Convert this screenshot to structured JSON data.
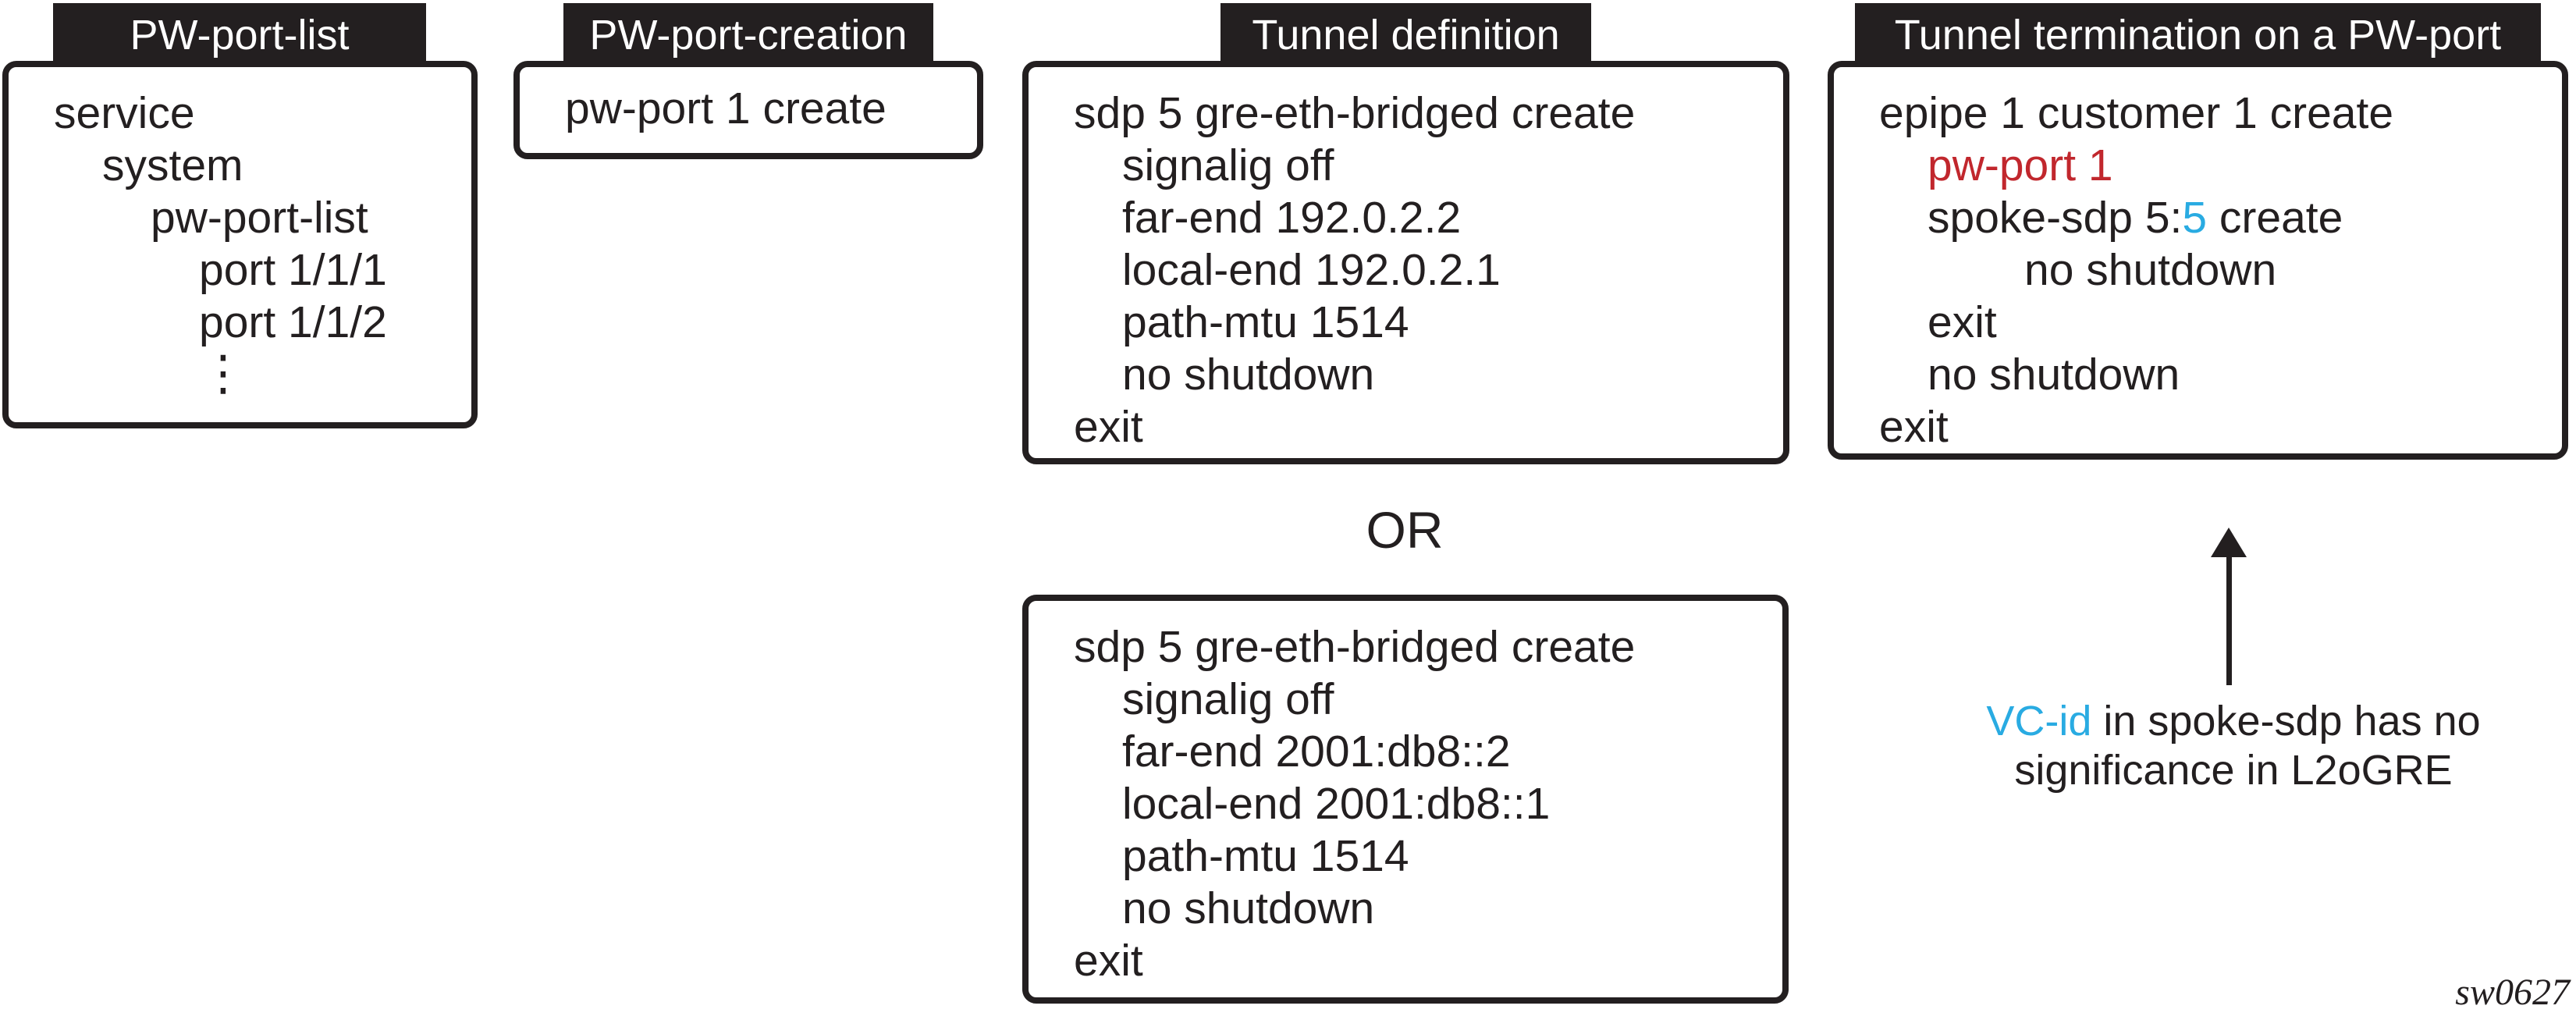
{
  "colors": {
    "ink": "#231f20",
    "red": "#c1272d",
    "cyan": "#29abe2",
    "tab_text": "#ffffff",
    "background": "#ffffff"
  },
  "panels": [
    {
      "tab": "PW-port-list",
      "lines": [
        {
          "indent": 0,
          "segments": [
            {
              "text": "service"
            }
          ]
        },
        {
          "indent": 1,
          "segments": [
            {
              "text": "system"
            }
          ]
        },
        {
          "indent": 2,
          "segments": [
            {
              "text": "pw-port-list"
            }
          ]
        },
        {
          "indent": 3,
          "segments": [
            {
              "text": "port 1/1/1"
            }
          ]
        },
        {
          "indent": 3,
          "segments": [
            {
              "text": "port 1/1/2"
            }
          ]
        },
        {
          "indent": 3,
          "style": "dots",
          "segments": [
            {
              "text": "⋮"
            }
          ]
        }
      ]
    },
    {
      "tab": "PW-port-creation",
      "lines": [
        {
          "indent": 0,
          "segments": [
            {
              "text": "pw-port 1 create"
            }
          ]
        }
      ]
    },
    {
      "tab": "Tunnel definition",
      "lines": [
        {
          "indent": 0,
          "segments": [
            {
              "text": "sdp 5 gre-eth-bridged create"
            }
          ]
        },
        {
          "indent": 1,
          "segments": [
            {
              "text": "signalig off"
            }
          ]
        },
        {
          "indent": 1,
          "segments": [
            {
              "text": "far-end 192.0.2.2"
            }
          ]
        },
        {
          "indent": 1,
          "segments": [
            {
              "text": "local-end 192.0.2.1"
            }
          ]
        },
        {
          "indent": 1,
          "segments": [
            {
              "text": "path-mtu 1514"
            }
          ]
        },
        {
          "indent": 1,
          "segments": [
            {
              "text": "no shutdown"
            }
          ]
        },
        {
          "indent": 0,
          "segments": [
            {
              "text": "exit"
            }
          ]
        }
      ]
    },
    {
      "tab": "Tunnel termination on a PW-port",
      "lines": [
        {
          "indent": 0,
          "segments": [
            {
              "text": "epipe 1 customer 1 create"
            }
          ]
        },
        {
          "indent": 1,
          "segments": [
            {
              "text": "pw-port 1",
              "color": "red"
            }
          ]
        },
        {
          "indent": 1,
          "segments": [
            {
              "text": "spoke-sdp 5:"
            },
            {
              "text": "5",
              "color": "cyan"
            },
            {
              "text": " create"
            }
          ]
        },
        {
          "indent": 3,
          "segments": [
            {
              "text": "no shutdown"
            }
          ]
        },
        {
          "indent": 1,
          "segments": [
            {
              "text": "exit"
            }
          ]
        },
        {
          "indent": 1,
          "segments": [
            {
              "text": "no shutdown"
            }
          ]
        },
        {
          "indent": 0,
          "segments": [
            {
              "text": "exit"
            }
          ]
        }
      ]
    },
    {
      "tab": null,
      "lines": [
        {
          "indent": 0,
          "segments": [
            {
              "text": "sdp 5 gre-eth-bridged create"
            }
          ]
        },
        {
          "indent": 1,
          "segments": [
            {
              "text": "signalig off"
            }
          ]
        },
        {
          "indent": 1,
          "segments": [
            {
              "text": "far-end 2001:db8::2"
            }
          ]
        },
        {
          "indent": 1,
          "segments": [
            {
              "text": "local-end 2001:db8::1"
            }
          ]
        },
        {
          "indent": 1,
          "segments": [
            {
              "text": "path-mtu 1514"
            }
          ]
        },
        {
          "indent": 1,
          "segments": [
            {
              "text": "no shutdown"
            }
          ]
        },
        {
          "indent": 0,
          "segments": [
            {
              "text": "exit"
            }
          ]
        }
      ]
    }
  ],
  "or_label": "OR",
  "note": {
    "line1_segments": [
      {
        "text": "VC-id",
        "color": "cyan"
      },
      {
        "text": " in spoke-sdp has no"
      }
    ],
    "line2": "significance in L2oGRE"
  },
  "watermark": "sw0627"
}
